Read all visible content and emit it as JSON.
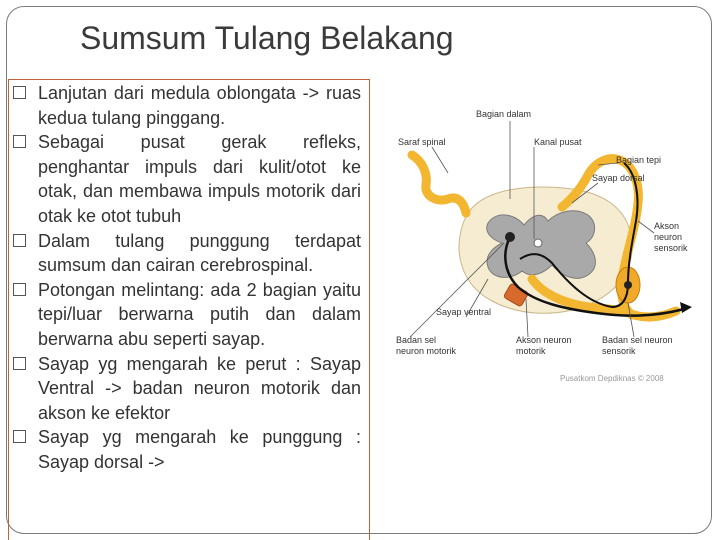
{
  "slide": {
    "title": "Sumsum Tulang Belakang",
    "bullets": [
      "Lanjutan dari medula oblongata -> ruas kedua tulang pinggang.",
      "Sebagai pusat gerak refleks, penghantar impuls dari kulit/otot ke otak, dan membawa impuls motorik dari otak ke otot tubuh",
      "Dalam tulang punggung terdapat sumsum dan cairan cerebrospinal.",
      "Potongan melintang: ada 2 bagian yaitu tepi/luar berwarna putih dan dalam berwarna abu seperti sayap.",
      "Sayap yg mengarah ke perut : Sayap Ventral -> badan neuron motorik dan akson ke efektor",
      "Sayap yg mengarah ke punggung : Sayap dorsal ->"
    ]
  },
  "figure": {
    "labels": {
      "bagian_dalam": "Bagian dalam",
      "saraf_spinal": "Saraf spinal",
      "kanal_pusat": "Kanal pusat",
      "bagian_tepi": "Bagian tepi",
      "sayap_dorsal": "Sayap dorsal",
      "akson_line1": "Akson",
      "akson_line2": "neuron",
      "akson_line3": "sensorik",
      "sayap_ventral": "Sayap ventral",
      "badan_motorik_line1": "Badan sel",
      "badan_motorik_line2": "neuron motorik",
      "akson_motorik_line1": "Akson neuron",
      "akson_motorik_line2": "motorik",
      "badan_sensorik_line1": "Badan sel neuron",
      "badan_sensorik_line2": "sensorik"
    },
    "credit": "Pusatkom Depdiknas © 2008"
  }
}
